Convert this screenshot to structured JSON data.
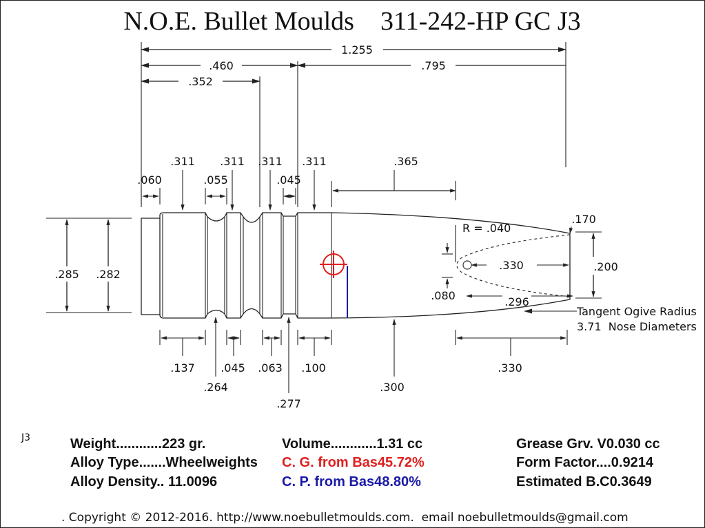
{
  "title": "N.O.E. Bullet Moulds    311-242-HP GC J3",
  "dimensions": {
    "overall_length": "1.255",
    "d460": ".460",
    "d795": ".795",
    "d352": ".352",
    "band1": ".311",
    "band2": ".311",
    "band3": ".311",
    "band4": ".311",
    "d365": ".365",
    "gc_len": ".060",
    "groove1_w": ".055",
    "groove2_w": ".045",
    "meplat": ".170",
    "hp_radius": "R = .040",
    "hp_depth": ".330",
    "hp_mouth": ".200",
    "hp_off": ".080",
    "d296": ".296",
    "gc_dia": ".285",
    "base_dia": ".282",
    "b137": ".137",
    "b045": ".045",
    "b063": ".063",
    "b100": ".100",
    "g264": ".264",
    "g277": ".277",
    "body300": ".300",
    "nose330": ".330"
  },
  "ogive_note": {
    "line1": "Tangent Ogive Radius",
    "line2": "3.71  Nose Diameters"
  },
  "design_code": "J3",
  "stats": {
    "weight": "Weight............223 gr.",
    "alloy_type": "Alloy Type.......Wheelweights",
    "alloy_density": "Alloy Density.. 11.0096",
    "volume": "Volume............1.31 cc",
    "cg": "C. G. from Bas45.72%",
    "cp": "C. P. from Bas48.80%",
    "grease": "Grease Grv. V0.030 cc",
    "form_factor": "Form Factor....0.9214",
    "bc": "Estimated B.C0.3649"
  },
  "copyright": ". Copyright © 2012-2016. http://www.noebulletmoulds.com.  email noebulletmoulds@gmail.com",
  "colors": {
    "cg": "#e02020",
    "cp": "#1a1aa8"
  }
}
